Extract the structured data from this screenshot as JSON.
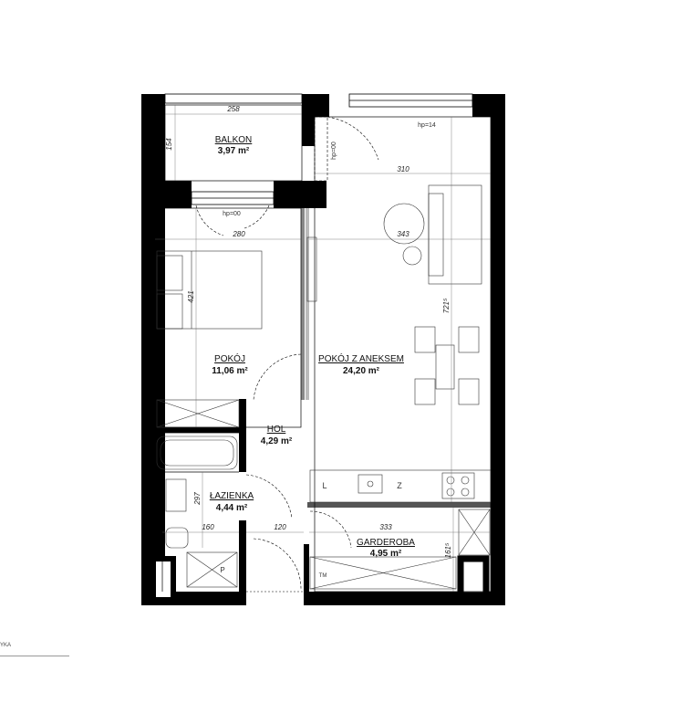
{
  "rooms": {
    "balkon": {
      "name": "BALKON",
      "area": "3,97 m²"
    },
    "pokoj": {
      "name": "POKÓJ",
      "area": "11,06 m²"
    },
    "aneks": {
      "name": "POKÓJ Z ANEKSEM",
      "area": "24,20 m²"
    },
    "hol": {
      "name": "HOL",
      "area": "4,29 m²"
    },
    "lazienka": {
      "name": "ŁAZIENKA",
      "area": "4,44 m²"
    },
    "garderoba": {
      "name": "GARDEROBA",
      "area": "4,95 m²"
    }
  },
  "dimensions": {
    "balkon_width": "258",
    "balkon_depth": "154",
    "aneks_top": "310",
    "pokoj_width": "280",
    "aneks_width": "343",
    "pokoj_depth": "421",
    "aneks_depth": "721⁵",
    "lazienka_depth": "297",
    "lazienka_width": "160",
    "hol_width": "120",
    "garderoba_width": "333",
    "garderoba_depth": "161⁵"
  },
  "notes": {
    "hp_top": "hp=14",
    "hp_side": "hp=00",
    "hp_pokoj": "hp=00"
  },
  "appliances": {
    "fridge": "L",
    "washer": "P",
    "dryer": "Z",
    "wm": "TM"
  },
  "footer": {
    "text": "YKA"
  }
}
